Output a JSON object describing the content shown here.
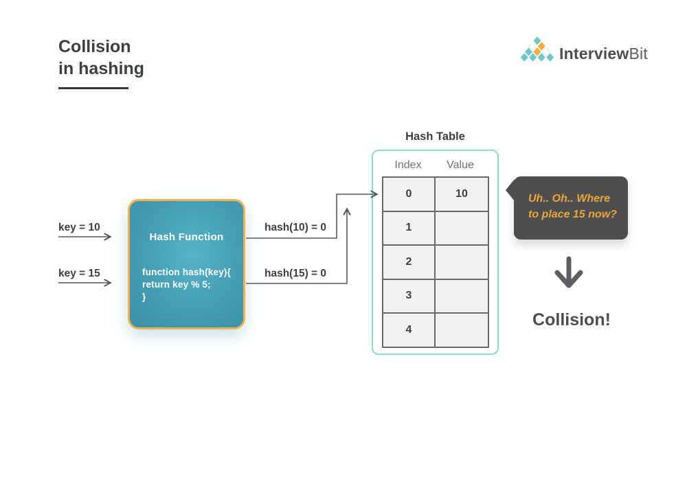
{
  "header": {
    "title_line1": "Collision",
    "title_line2": "in hashing"
  },
  "logo": {
    "brand_bold": "Interview",
    "brand_light": "Bit",
    "icon": "diamond-pyramid-logo"
  },
  "flow": {
    "inputs": [
      {
        "label": "key = 10"
      },
      {
        "label": "key = 15"
      }
    ],
    "hash_function": {
      "title": "Hash Function",
      "code_lines": [
        "function hash(key){",
        "return key % 5;",
        "}"
      ]
    },
    "outputs": [
      {
        "label": "hash(10) = 0"
      },
      {
        "label": "hash(15) = 0"
      }
    ]
  },
  "hash_table": {
    "title": "Hash Table",
    "columns": [
      "Index",
      "Value"
    ],
    "rows": [
      {
        "index": "0",
        "value": "10"
      },
      {
        "index": "1",
        "value": ""
      },
      {
        "index": "2",
        "value": ""
      },
      {
        "index": "3",
        "value": ""
      },
      {
        "index": "4",
        "value": ""
      }
    ]
  },
  "annotation": {
    "bubble_line1": "Uh.. Oh.. Where",
    "bubble_line2": "to place 15 now?",
    "collision_label": "Collision!"
  },
  "colors": {
    "accent_teal": "#74c6cd",
    "accent_orange": "#f3ab3d",
    "hash_box_fill": "#469fb6",
    "hash_box_border": "#f3b04f",
    "table_border_teal": "#8ed9d5",
    "cell_fill": "#f1f1f1",
    "bubble_bg": "#4e4e4e",
    "bubble_text": "#e9a63b",
    "text_dark": "#3c4043",
    "line_gray": "#55575a"
  }
}
